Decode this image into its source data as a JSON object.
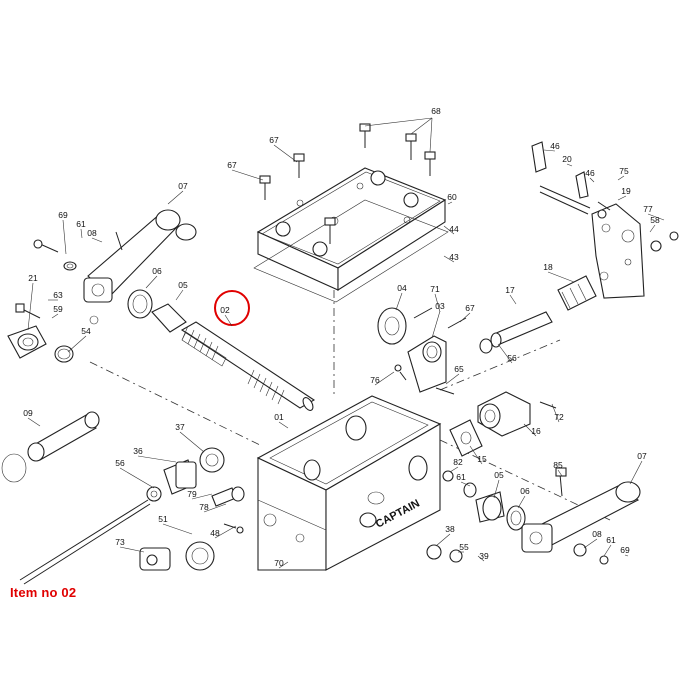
{
  "caption": "Item no 02",
  "highlight_color": "#e00000",
  "highlighted_item": "02",
  "brand_logo_text": "CAPTAIN",
  "callouts": [
    "68",
    "67",
    "67",
    "60",
    "44",
    "43",
    "46",
    "20",
    "46",
    "75",
    "19",
    "77",
    "58",
    "18",
    "07",
    "69",
    "61",
    "08",
    "06",
    "05",
    "02",
    "21",
    "63",
    "59",
    "54",
    "04",
    "71",
    "03",
    "67",
    "17",
    "56",
    "76",
    "65",
    "72",
    "16",
    "15",
    "01",
    "09",
    "37",
    "36",
    "56",
    "79",
    "78",
    "48",
    "51",
    "73",
    "70",
    "82",
    "61",
    "05",
    "06",
    "85",
    "07",
    "08",
    "61",
    "69",
    "38",
    "55",
    "39"
  ]
}
